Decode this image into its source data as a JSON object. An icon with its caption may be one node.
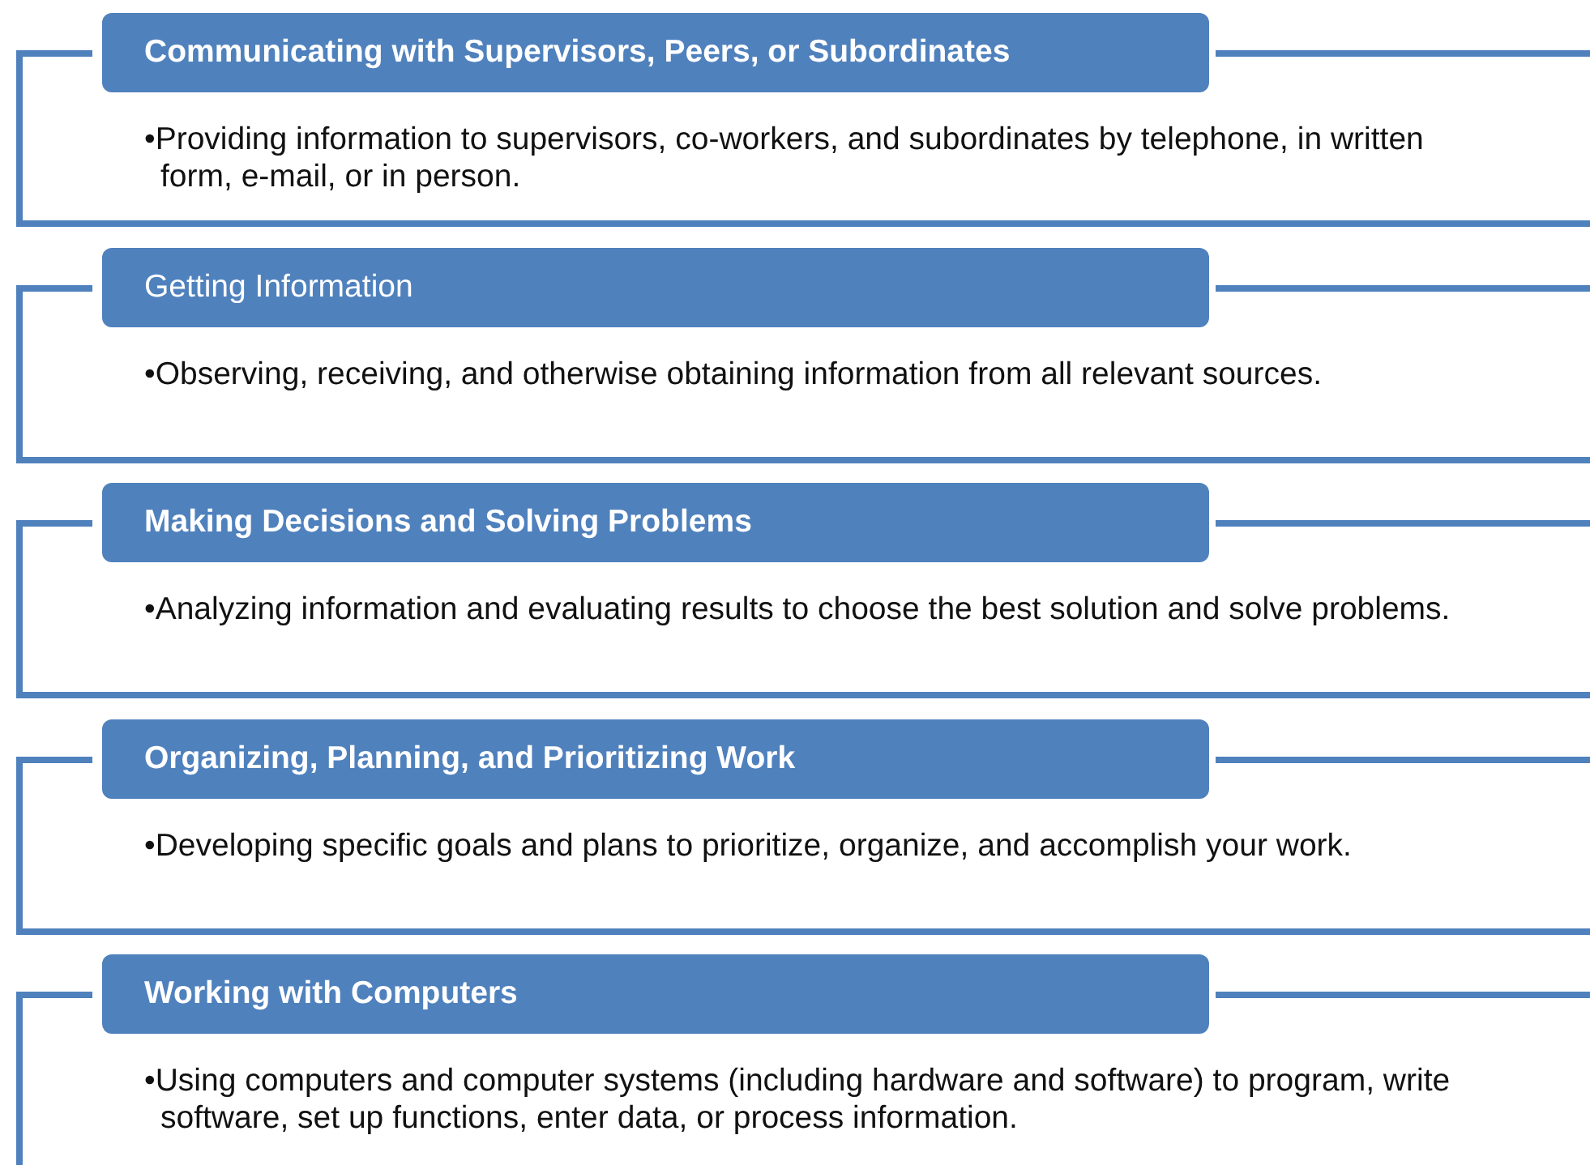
{
  "diagram": {
    "nodes": [
      {
        "text": [
          "•Providing information to supervisors, co-workers, and subordinates by telephone, in written form, e-mail, or in person."
        ]
      },
      {
        "text": [
          "Communicating with Supervisors, Peers, or Subordinates"
        ],
        "in": 0
      },
      {
        "text": [
          "•Observing, receiving, and otherwise obtaining information from all relevant sources."
        ]
      },
      {
        "text": [
          "Getting Information"
        ],
        "in": 2
      },
      {
        "text": [
          "•Analyzing information and evaluating results to choose the best solution and solve problems."
        ]
      },
      {
        "text": [
          "Making Decisions and Solving Problems"
        ],
        "in": 4
      },
      {
        "text": [
          "•Developing specific goals and plans to prioritize, organize, and accomplish your work."
        ]
      },
      {
        "text": [
          "Organizing, Planning, and Prioritizing Work"
        ],
        "in": 6
      },
      {
        "text": [
          "•Using computers and computer systems (including hardware and software) to program, write software, set up functions, enter data, or process information."
        ]
      },
      {
        "text": [
          "Working with Computers"
        ],
        "in": 8
      }
    ]
  }
}
